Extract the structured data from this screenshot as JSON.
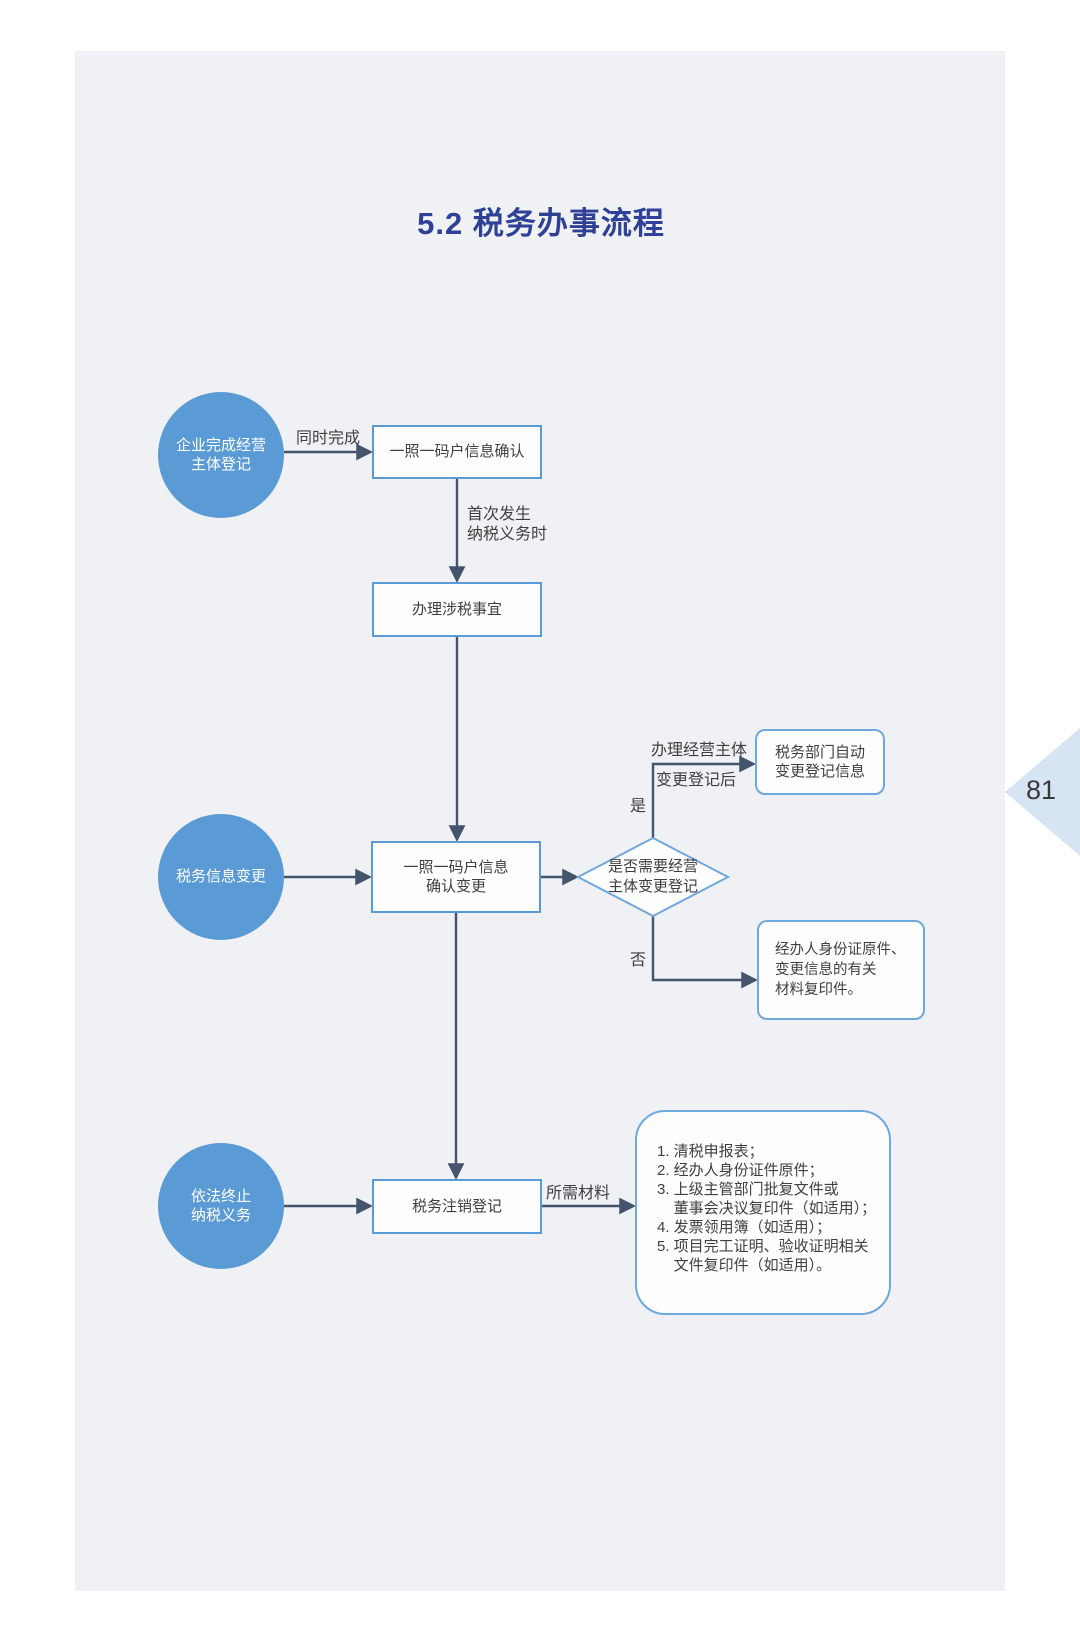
{
  "page": {
    "title": "5.2 税务办事流程",
    "page_number": "81"
  },
  "colors": {
    "circle_fill": "#5b9bd5",
    "rect_border": "#5b9bd5",
    "rounded_border": "#6fa8dc",
    "connector": "#44546a",
    "title_blue": "#2e4196",
    "canvas_bg": "#f0f1f4",
    "page_marker_fill": "#d6e4f4",
    "body_text": "#3f3f3f"
  },
  "nodes": {
    "start_registration": "企业完成经营\n主体登记",
    "info_confirm": "一照一码户信息确认",
    "tax_matters": "办理涉税事宜",
    "info_change_start": "税务信息变更",
    "info_confirm_change": "一照一码户信息\n确认变更",
    "decision": "是否需要经营\n主体变更登记",
    "auto_change": "税务部门自动\n变更登记信息",
    "materials_change": "经办人身份证原件、\n变更信息的有关\n材料复印件。",
    "terminate_start": "依法终止\n纳税义务",
    "deregistration": "税务注销登记"
  },
  "edge_labels": {
    "simultaneous": "同时完成",
    "first_tax_obligation": "首次发生\n纳税义务时",
    "after_change_line1": "办理经营主体",
    "after_change_line2": "变更登记后",
    "yes": "是",
    "no": "否",
    "required_materials": "所需材料"
  },
  "checklist": {
    "items": [
      "1. 清税申报表；",
      "2. 经办人身份证件原件；",
      "3. 上级主管部门批复文件或",
      "    董事会决议复印件（如适用）；",
      "4. 发票领用簿（如适用）；",
      "5. 项目完工证明、验收证明相关",
      "    文件复印件（如适用）。"
    ]
  }
}
